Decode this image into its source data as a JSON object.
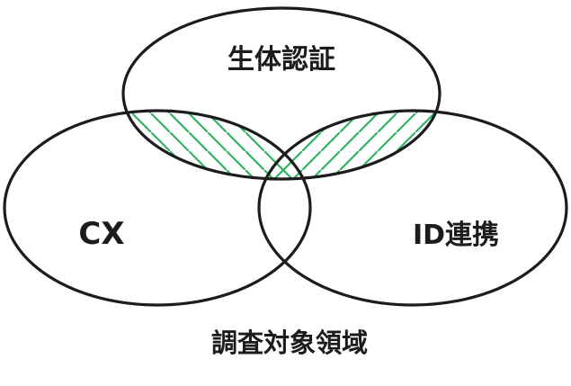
{
  "diagram": {
    "type": "venn",
    "title": "調査対象領域",
    "sets": [
      {
        "id": "biometric",
        "label": "生体認証"
      },
      {
        "id": "cx",
        "label": "CX"
      },
      {
        "id": "id-federation",
        "label": "ID連携"
      }
    ],
    "highlighted_regions": [
      "生体認証 ∩ CX",
      "生体認証 ∩ ID連携"
    ]
  },
  "colors": {
    "outline": "#1c1c1c",
    "hatch": "#2fb45f",
    "background": "#ffffff",
    "text": "#1c1c1c"
  }
}
